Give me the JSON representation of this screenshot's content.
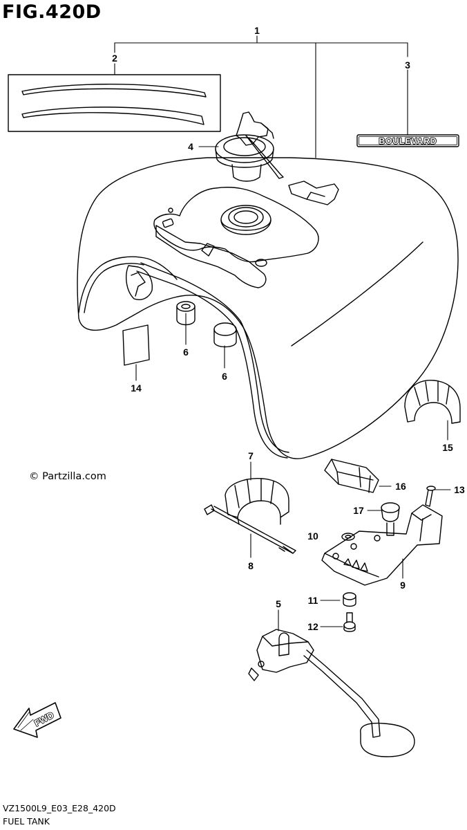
{
  "figure_title": "FIG.420D",
  "footer": {
    "model_code": "VZ1500L9_E03_E28_420D",
    "caption": "FUEL TANK"
  },
  "watermark": "© Partzilla.com",
  "emblem_text": "BOULEVARD",
  "fwd_arrow_text": "FWD",
  "callouts": [
    {
      "id": "1",
      "label": "1"
    },
    {
      "id": "2",
      "label": "2"
    },
    {
      "id": "3",
      "label": "3"
    },
    {
      "id": "4",
      "label": "4"
    },
    {
      "id": "5",
      "label": "5"
    },
    {
      "id": "6a",
      "label": "6"
    },
    {
      "id": "6b",
      "label": "6"
    },
    {
      "id": "7",
      "label": "7"
    },
    {
      "id": "8",
      "label": "8"
    },
    {
      "id": "9",
      "label": "9"
    },
    {
      "id": "10",
      "label": "10"
    },
    {
      "id": "11",
      "label": "11"
    },
    {
      "id": "12",
      "label": "12"
    },
    {
      "id": "13",
      "label": "13"
    },
    {
      "id": "14",
      "label": "14"
    },
    {
      "id": "15",
      "label": "15"
    },
    {
      "id": "16",
      "label": "16"
    },
    {
      "id": "17",
      "label": "17"
    }
  ]
}
